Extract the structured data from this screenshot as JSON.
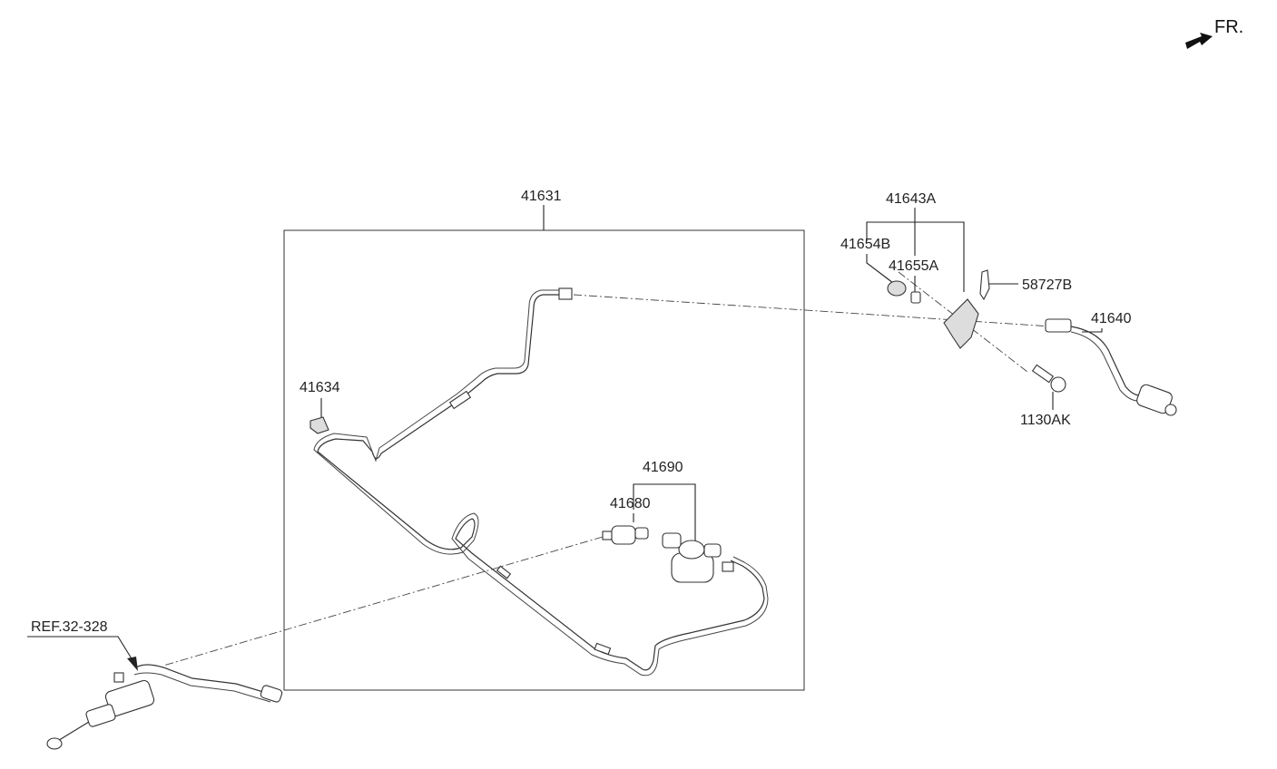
{
  "direction": {
    "label": "FR.",
    "icon": "front-direction-arrow-icon"
  },
  "parts": {
    "p41631": "41631",
    "p41643A": "41643A",
    "p41654B": "41654B",
    "p41655A": "41655A",
    "p58727B": "58727B",
    "p41640": "41640",
    "p41634": "41634",
    "p1130AK": "1130AK",
    "p41690": "41690",
    "p41680": "41680",
    "ref": "REF.32-328"
  }
}
